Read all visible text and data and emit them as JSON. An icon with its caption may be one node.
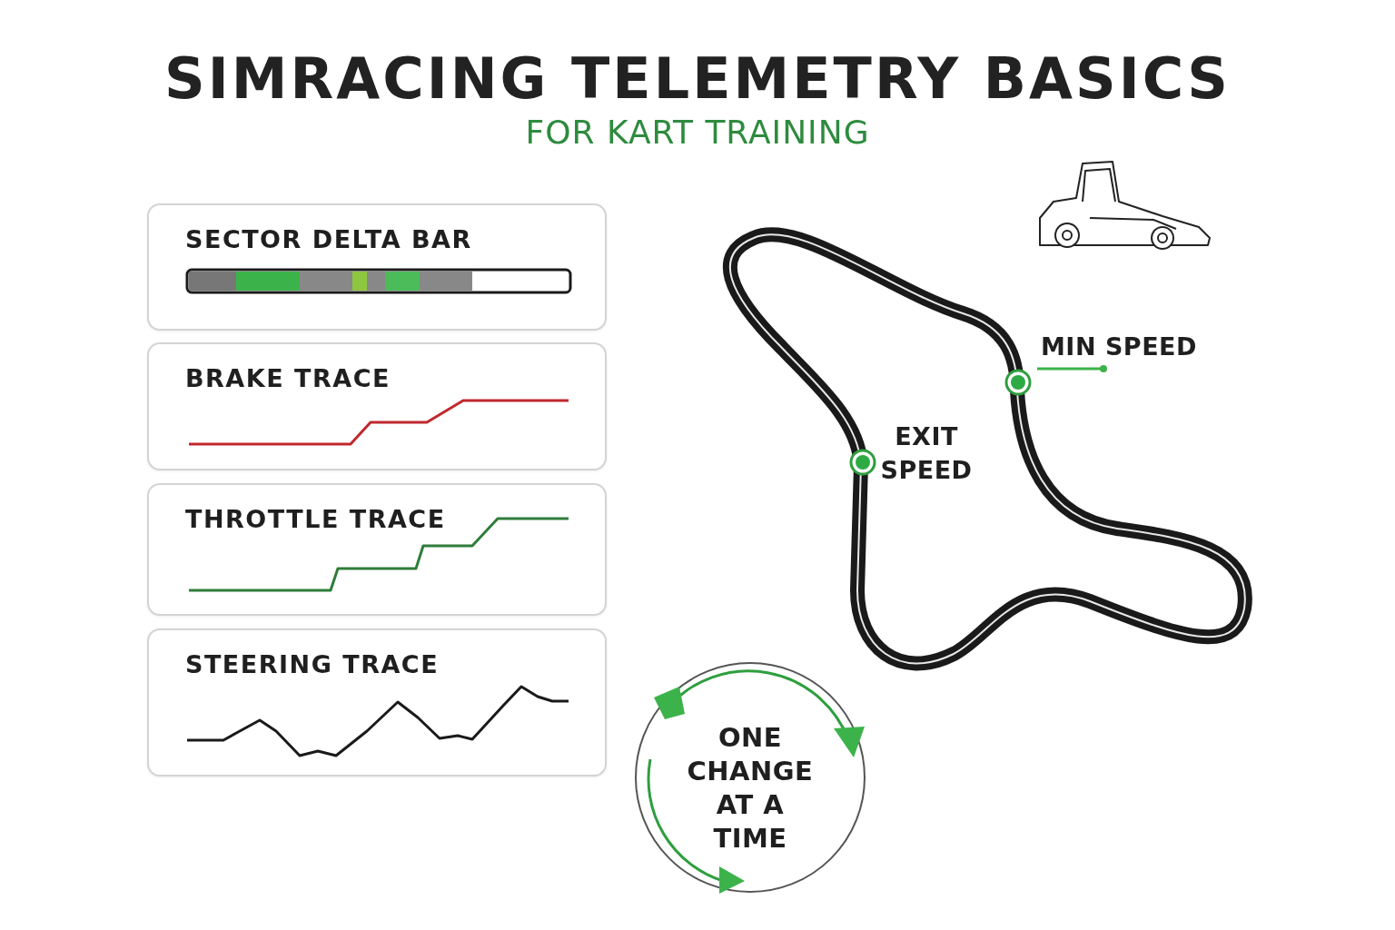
{
  "diagram": {
    "title": "SIMRACING TELEMETRY BASICS",
    "nodes": [
      {
        "text": [
          "SECTOR DELTA BAR"
        ]
      },
      {
        "text": [
          "BRAKE TRACE"
        ]
      },
      {
        "text": [
          "THROTTLE TRACE"
        ]
      },
      {
        "text": [
          "STEERING TRACE"
        ]
      },
      {
        "text": [],
        "shape": "circle",
        "beside": [
          "MIN SPEED"
        ]
      },
      {
        "text": [],
        "shape": "circle",
        "beside": [
          "EXIT SPEED"
        ]
      },
      {
        "text": [
          "ONE CHANGE AT A TIME"
        ]
      }
    ],
    "labels": [
      "FOR KART TRAINING"
    ]
  }
}
